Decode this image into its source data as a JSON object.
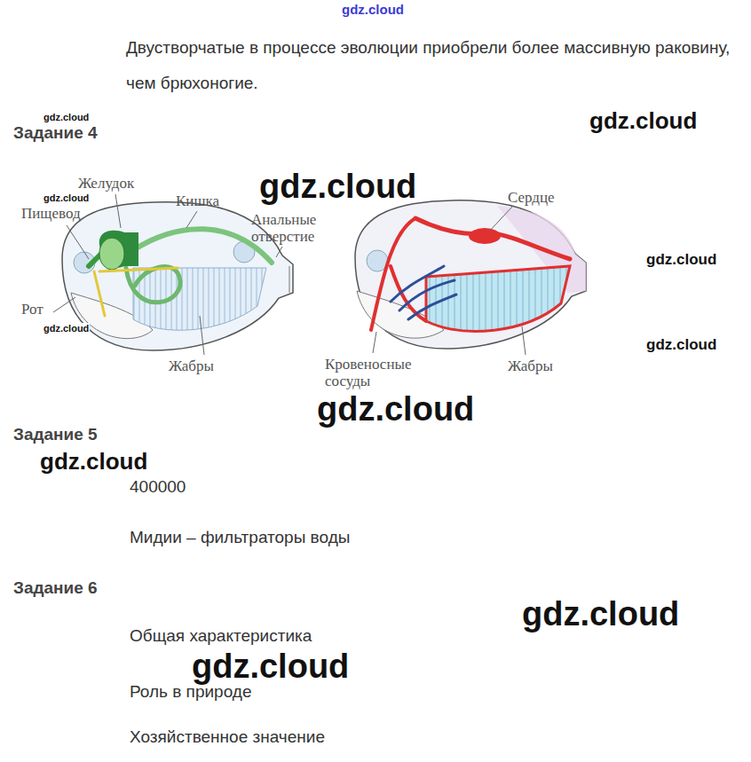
{
  "diagram": {
    "labels": [
      "gdz.cloud",
      "Двустворчатые в процессе эволюции приобрели более массивную раковину, чем брюхоногие.",
      "Задание 4",
      "gdz.cloud",
      "gdz.cloud",
      "Желудок",
      "Кишка",
      "gdz.cloud",
      "Анальные отверстие",
      "gdz.cloud",
      "Пищевод",
      "Рот",
      "gdz.cloud",
      "Жабры",
      "Сердце",
      "gdz.cloud",
      "gdz.cloud",
      "Кровеносные сосуды",
      "Жабры",
      "gdz.cloud",
      "Задание 5",
      "gdz.cloud",
      "400000",
      "Мидии – фильтраторы воды",
      "Задание 6",
      "gdz.cloud",
      "Общая характеристика",
      "gdz.cloud",
      "Роль в природе",
      "Хозяйственное значение"
    ]
  }
}
